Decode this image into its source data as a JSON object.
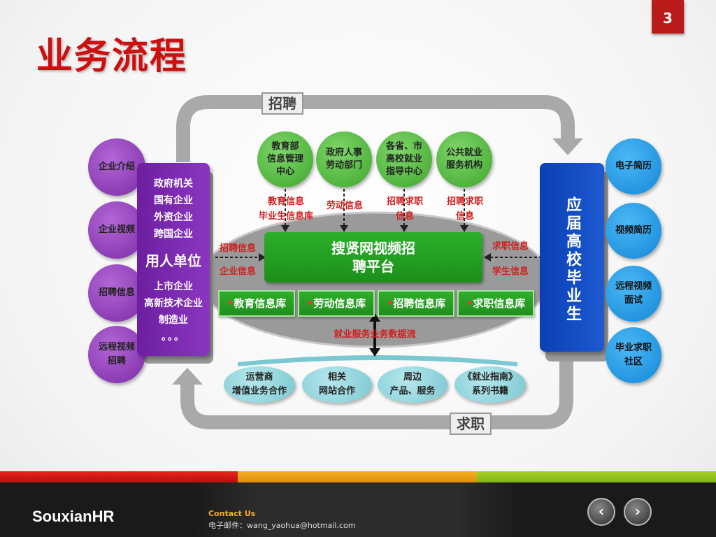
{
  "slide": {
    "title": "业务流程",
    "page_number": "3"
  },
  "flow": {
    "top_label": "招聘",
    "bottom_label": "求职"
  },
  "employer": {
    "circles": [
      "企业介绍",
      "企业视频",
      "招聘信息",
      "远程视频\n招聘"
    ],
    "top_items": [
      "政府机关",
      "国有企业",
      "外资企业",
      "跨国企业"
    ],
    "title": "用人单位",
    "bottom_items": [
      "上市企业",
      "高新技术企业",
      "制造业",
      "。。。"
    ]
  },
  "graduate": {
    "title": "应届高校毕业生",
    "circles": [
      "电子简历",
      "视频简历",
      "远程视频\n面试",
      "毕业求职\n社区"
    ]
  },
  "partners": {
    "circles": [
      "教育部\n信息管理\n中心",
      "政府人事\n劳动部门",
      "各省、市\n高校就业\n指导中心",
      "公共就业\n服务机构"
    ],
    "labels": [
      "教育信息\n毕业生信息库",
      "劳动信息",
      "招聘求职\n信息",
      "招聘求职\n信息"
    ]
  },
  "platform": {
    "name": "搜贤网视频招\n聘平台",
    "left_labels": [
      "招聘信息",
      "企业信息"
    ],
    "right_labels": [
      "求职信息",
      "学生信息"
    ],
    "databases": [
      "教育信息库",
      "劳动信息库",
      "招聘信息库",
      "求职信息库"
    ],
    "data_flow_label": "就业服务业务数据流"
  },
  "services": [
    "运营商\n增值业务合作",
    "相关\n网站合作",
    "周边\n产品、服务",
    "《就业指南》\n系列书籍"
  ],
  "footer": {
    "brand": "SouxianHR",
    "contact_title": "Contact Us",
    "email_line": "电子邮件：wang_yaohua@hotmail.com",
    "prev_icon": "chevron-left-icon",
    "next_icon": "chevron-right-icon"
  },
  "colors": {
    "title_red": "#cc1010",
    "purple": "#7d2ba6",
    "blue": "#1288d8",
    "green": "#2cb02a",
    "label_red": "#d11f1f"
  }
}
